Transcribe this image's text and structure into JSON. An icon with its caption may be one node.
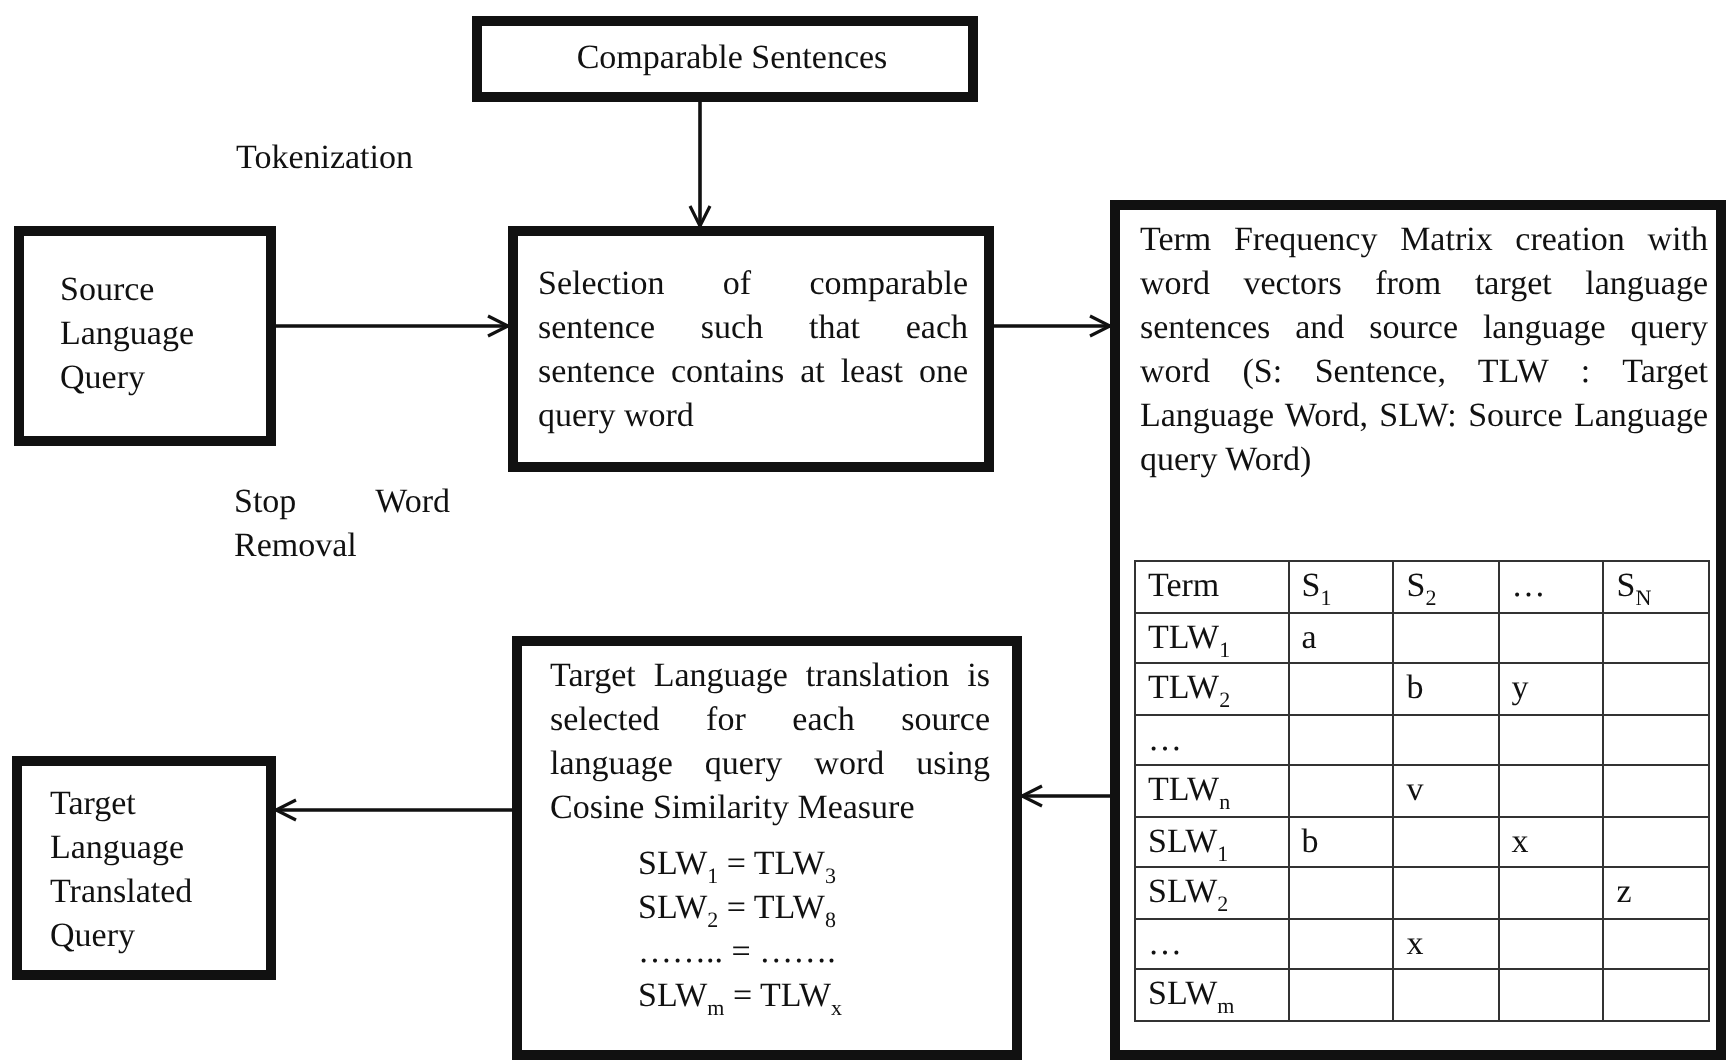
{
  "diagram": {
    "nodes": [
      {
        "text": [
          "Comparable Sentences"
        ]
      },
      {
        "text": [
          "Source Language Query"
        ]
      },
      {
        "text": [
          "Selection of comparable sentence such that each sentence contains at least one query word"
        ]
      },
      {
        "text": [
          "Term Frequency Matrix creation with word vectors from target language sentences and source language query word (S: Sentence, TLW : Target Language Word, SLW: Source Language query Word)"
        ]
      },
      {
        "text": [
          "Target Language translation is selected for each source language query word using Cosine Similarity Measure",
          "SLW$_{1}$ = TLW$_{3}$",
          "SLW$_{2}$ = TLW$_{8}$",
          "…….. = …….",
          "SLW$_{m}$ = TLW$_{x}$"
        ]
      },
      {
        "text": [
          "Target Language Translated Query"
        ]
      }
    ],
    "edges": [
      {
        "from": 0,
        "to": 2,
        "arrow": "to"
      },
      {
        "from": 1,
        "to": 2,
        "arrow": "to"
      },
      {
        "from": 2,
        "to": 3,
        "arrow": "to"
      },
      {
        "from": 3,
        "to": 4,
        "arrow": "to"
      },
      {
        "from": 4,
        "to": 5,
        "arrow": "to"
      }
    ],
    "labels": [
      "Tokenization",
      "Stop Word Removal",
      "Term",
      "S$_{1}$",
      "S$_{2}$",
      "…",
      "S$_{N}$",
      "TLW$_{1}$",
      "a",
      "TLW$_{2}$",
      "b",
      "y",
      "…",
      "TLW$_{n}$",
      "v",
      "SLW$_{1}$",
      "b",
      "x",
      "SLW$_{2}$",
      "z",
      "…",
      "x",
      "SLW$_{m}$"
    ]
  }
}
